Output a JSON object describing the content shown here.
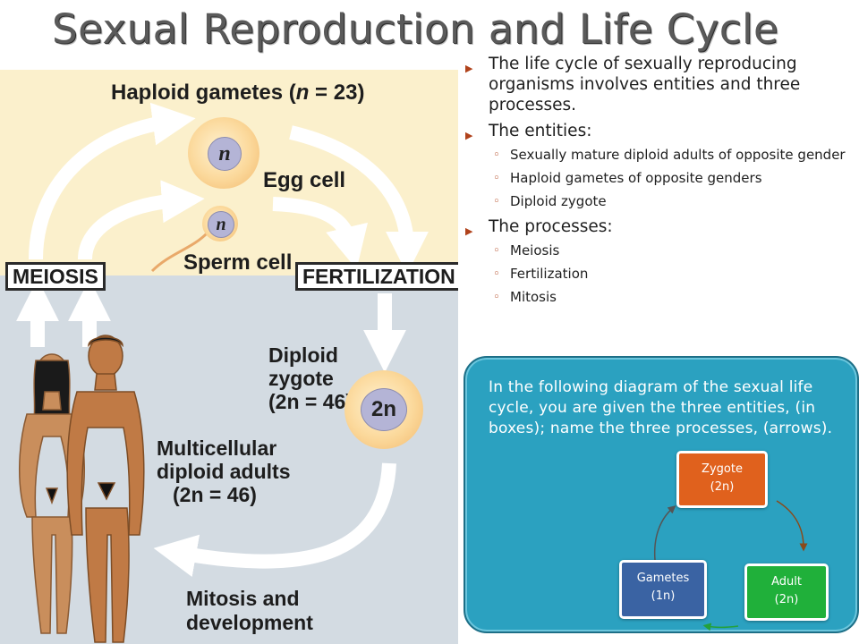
{
  "title": "Sexual Reproduction and Life Cycle",
  "figure": {
    "haploid_gametes": "Haploid gametes (n = 23)",
    "haploid_prefix": "Haploid gametes (",
    "haploid_n": "n",
    "haploid_suffix": " = 23)",
    "egg_nucleus": "n",
    "egg_cell": "Egg cell",
    "sperm_nucleus": "n",
    "sperm_cell": "Sperm cell",
    "meiosis": "MEIOSIS",
    "fertilization": "FERTILIZATION",
    "zygote_lines": [
      "Diploid",
      "zygote",
      "(2n = 46)"
    ],
    "zygote_nucleus": "2n",
    "adults_lines": [
      "Multicellular",
      "diploid adults",
      "(2n = 46)"
    ],
    "mitosis_lines": [
      "Mitosis and",
      "development"
    ],
    "colors": {
      "top_bg": "#fbf0cc",
      "bottom_bg": "#d3dbe2",
      "arrow": "#ffffff"
    }
  },
  "bullets": [
    {
      "text": "The life cycle of sexually reproducing organisms involves entities and three processes.",
      "level": 1
    },
    {
      "text": "The entities:",
      "level": 1
    },
    {
      "text": "Sexually mature diploid adults of opposite gender",
      "level": 2
    },
    {
      "text": "Haploid gametes of opposite genders",
      "level": 2
    },
    {
      "text": "Diploid zygote",
      "level": 2
    },
    {
      "text": "The processes:",
      "level": 1
    },
    {
      "text": "Meiosis",
      "level": 2
    },
    {
      "text": "Fertilization",
      "level": 2
    },
    {
      "text": "Mitosis",
      "level": 2
    }
  ],
  "markers": {
    "level1": "▶",
    "level2": "◦"
  },
  "panel": {
    "text": "In the following diagram of the sexual life cycle, you are given the three entities, (in boxes); name the three processes, (arrows).",
    "nodes": {
      "zygote": {
        "label": "Zygote",
        "sub": "(2n)",
        "color": "#e0611d"
      },
      "adult": {
        "label": "Adult",
        "sub": "(2n)",
        "color": "#20b03a"
      },
      "gametes": {
        "label": "Gametes",
        "sub": "(1n)",
        "color": "#3a63a3"
      }
    },
    "colors": {
      "bg": "#2ba1c0",
      "border": "#1d6f87"
    }
  }
}
